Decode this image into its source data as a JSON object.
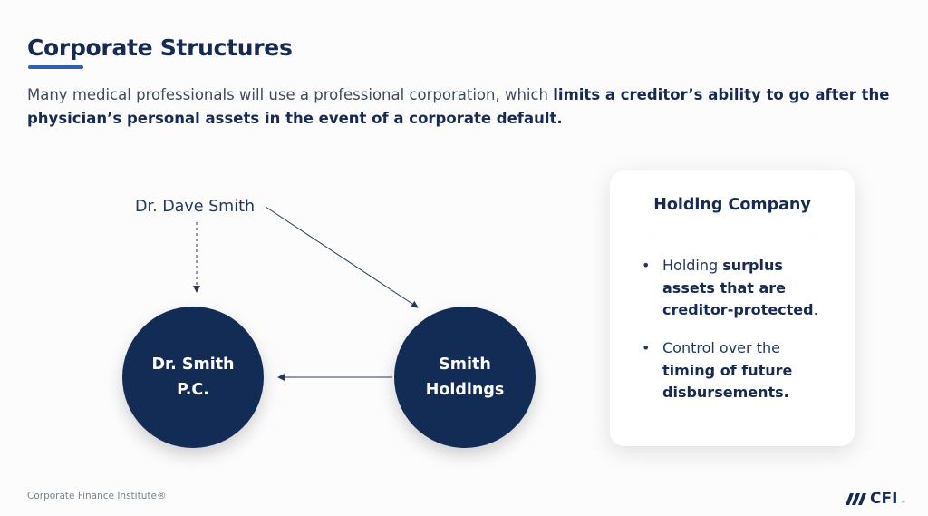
{
  "title": "Corporate Structures",
  "intro": {
    "normal": "Many medical professionals will use a professional corporation, which ",
    "bold": "limits a creditor’s ability to go after the physician’s personal assets in the event of a corporate default."
  },
  "diagram": {
    "person": "Dr. Dave Smith",
    "circle_pc": [
      "Dr. Smith",
      "P.C."
    ],
    "circle_holdings": [
      "Smith",
      "Holdings"
    ]
  },
  "card": {
    "title": "Holding Company",
    "bullet1": {
      "a": "Holding ",
      "b": "surplus assets that are creditor-protected",
      "c": "."
    },
    "bullet2": {
      "a": "Control over the ",
      "b": "timing of future disbursements."
    },
    "bullet_char": "•"
  },
  "footer": "Corporate Finance Institute®",
  "logo": {
    "text": "CFI",
    "tm": "™"
  },
  "colors": {
    "navy": "#132c56",
    "accent": "#2f5fae"
  }
}
